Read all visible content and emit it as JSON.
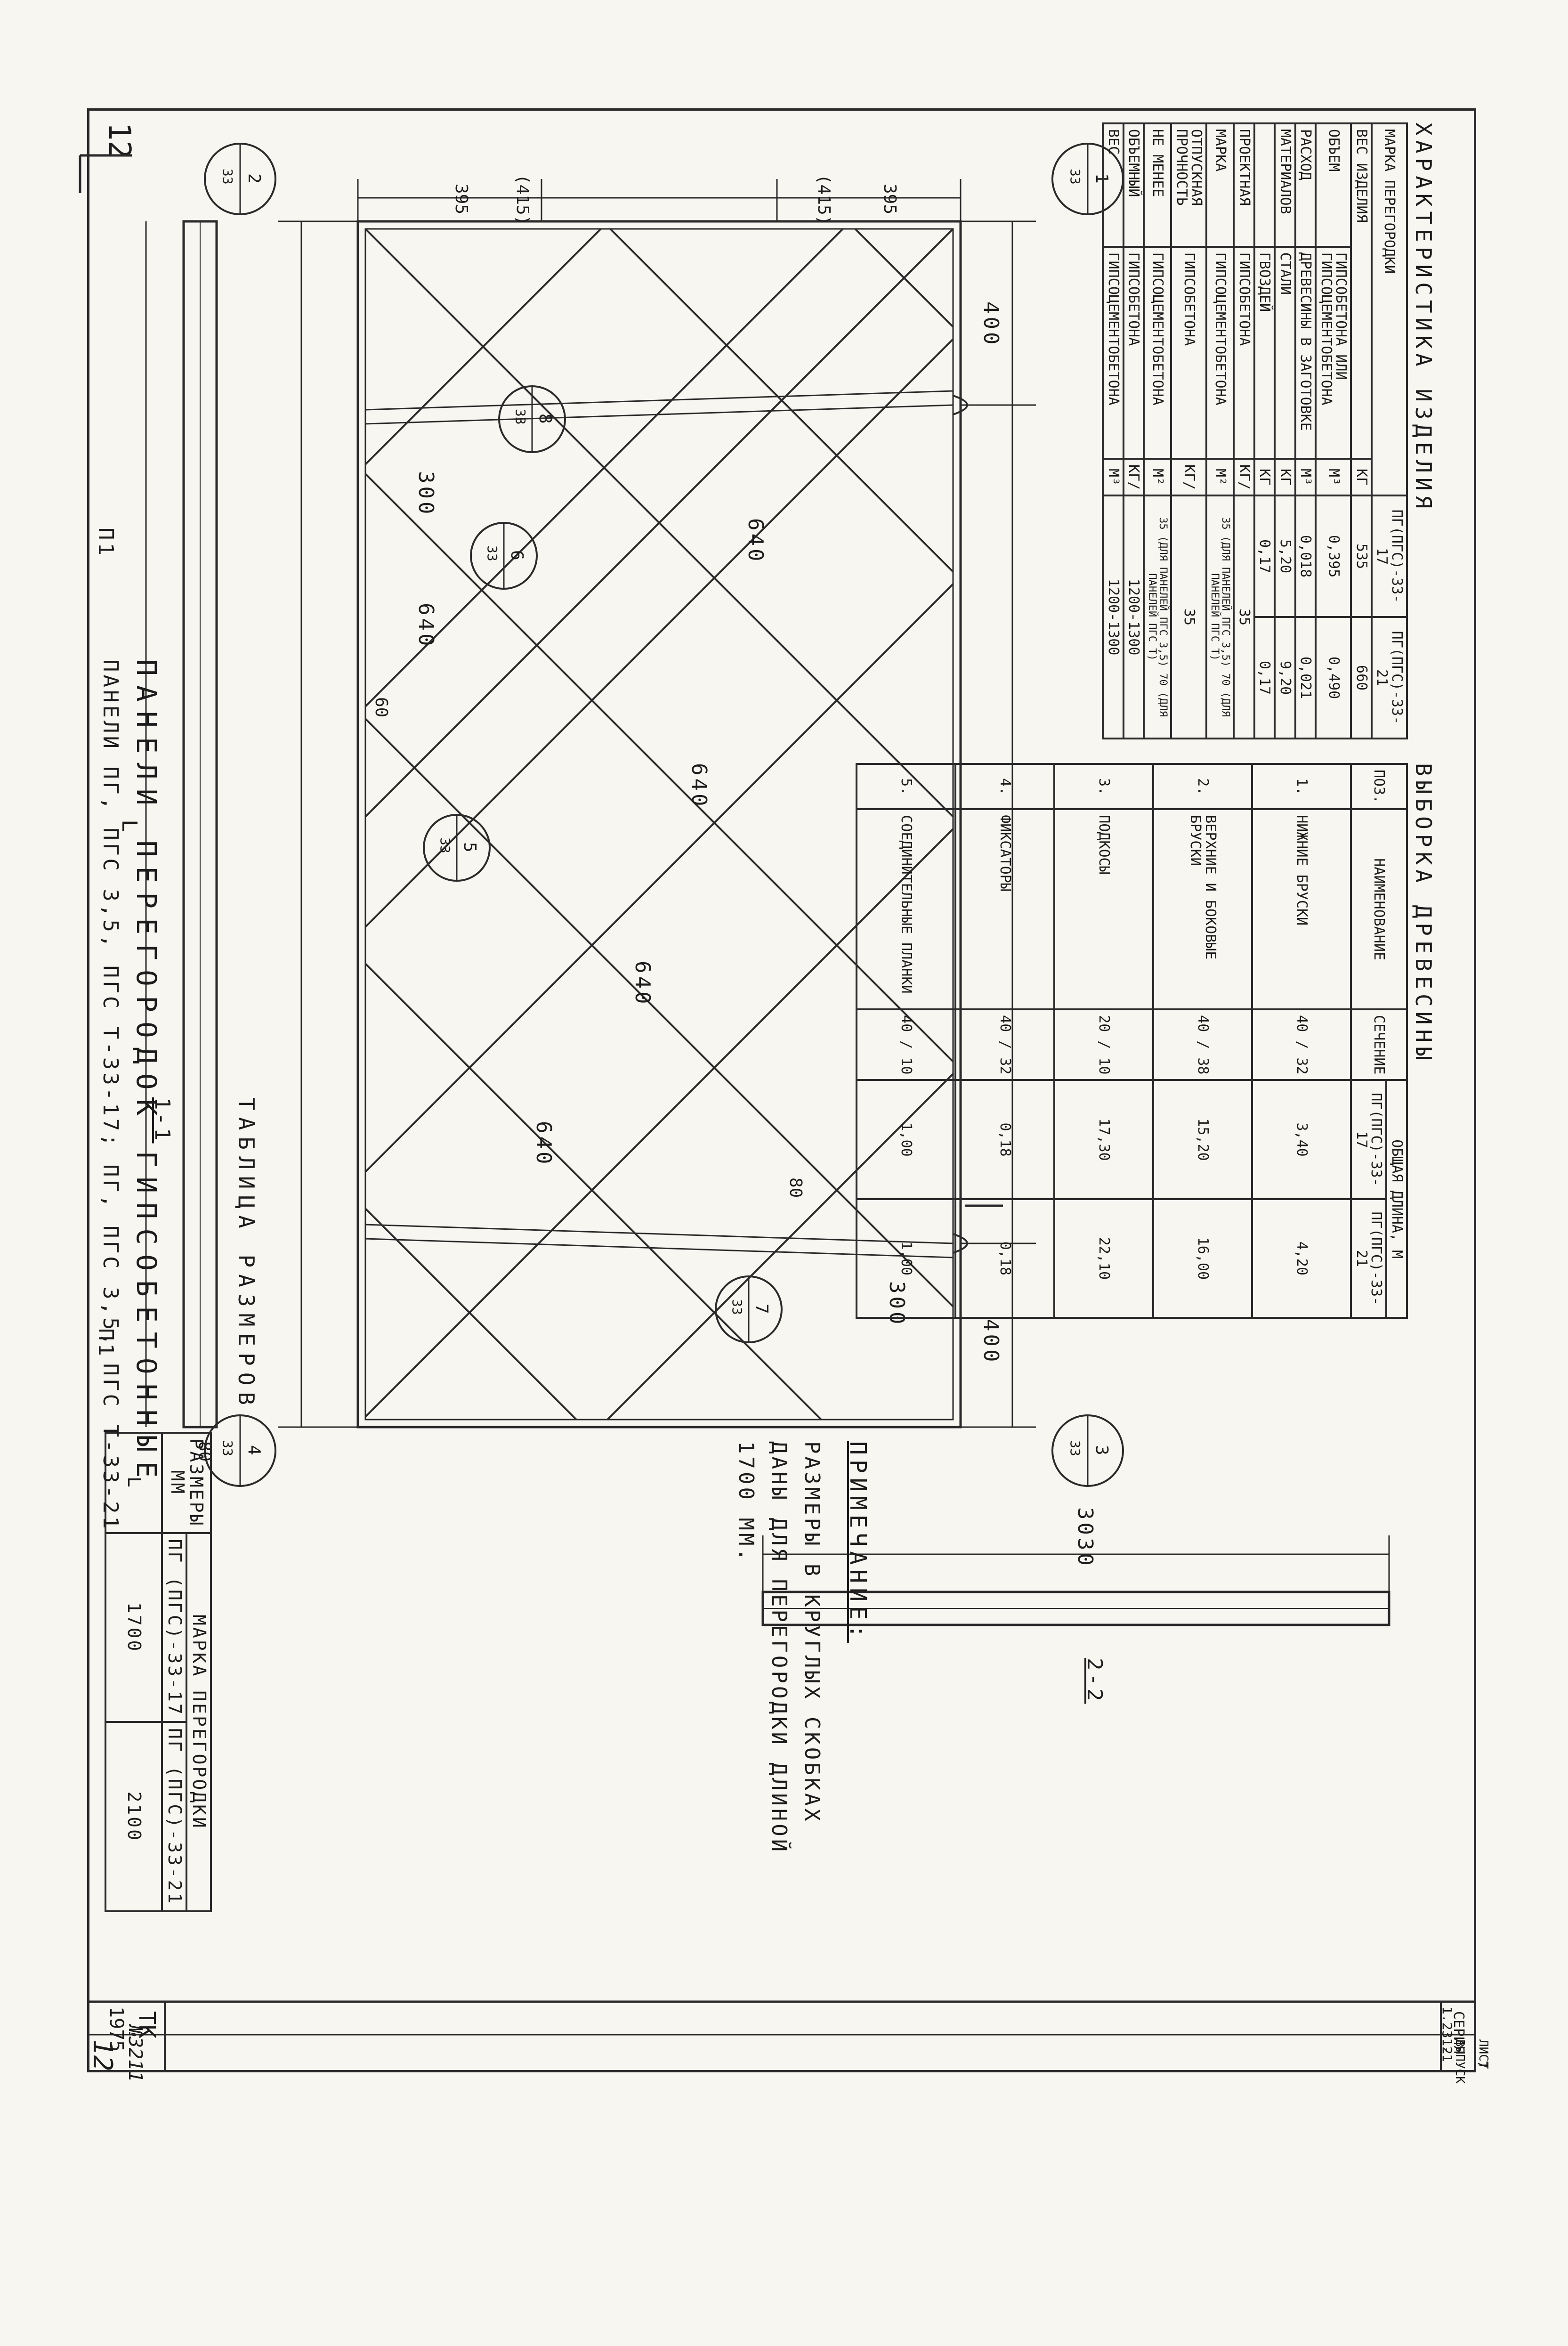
{
  "sheet": {
    "page_number": "12",
    "page_number_right": "12",
    "title_main": "ПАНЕЛИ ПЕРЕГОРОДОК ГИПСОБЕТОННЫЕ",
    "title_sub": "ПАНЕЛИ ПГ, ПГС 3,5, ПГС Т-33-17; ПГ, ПГС 3,5, ПГС Т-33-21",
    "org": "ТК",
    "year": "1975",
    "series_label": "СЕРИЯ",
    "series_value": "1.231-1",
    "issue_label": "ВЫПУСК",
    "issue_value": "2",
    "list_label": "ЛИСТ",
    "list_value": "7",
    "archive_no": "№3211"
  },
  "drawing": {
    "marks": [
      "1",
      "2",
      "3",
      "4",
      "5",
      "6",
      "7",
      "8"
    ],
    "sheet_ref": "33",
    "dims": {
      "d400": "400",
      "d395": "395",
      "d415": "(415)",
      "d640": "640",
      "d300": "300",
      "d80": "80",
      "d60": "60",
      "dL": "L",
      "d3030": "3030",
      "d80b": "80"
    },
    "section_11": "1-1",
    "section_22": "2-2",
    "p1": "П1"
  },
  "dim_table": {
    "title": "ТАБЛИЦА РАЗМЕРОВ",
    "h_size": "РАЗМЕРЫ",
    "h_unit": "ММ",
    "h_mark": "МАРКА ПЕРЕГОРОДКИ",
    "col1": "ПГ (ПГС)-33-17",
    "col2": "ПГ (ПГС)-33-21",
    "row_label": "L",
    "v1": "1700",
    "v2": "2100"
  },
  "note": {
    "title": "ПРИМЕЧАНИЕ:",
    "line1": "РАЗМЕРЫ В КРУГЛЫХ СКОБКАХ",
    "line2": "ДАНЫ ДЛЯ ПЕРЕГОРОДКИ ДЛИНОЙ",
    "line3": "1700 ММ."
  },
  "char_table": {
    "title": "ХАРАКТЕРИСТИКА ИЗДЕЛИЯ",
    "h_mark": "МАРКА ПЕРЕГОРОДКИ",
    "c1": "ПГ(ПГС)-33-17",
    "c2": "ПГ(ПГС)-33-21",
    "rows": [
      {
        "a": "ВЕС ИЗДЕЛИЯ",
        "b": "",
        "u": "КГ",
        "v1": "535",
        "v2": "660"
      },
      {
        "a": "ОБЪЕМ",
        "b": "ГИПСОБЕТОНА ИЛИ ГИПСОЦЕМЕНТОБЕТОНА",
        "u": "М³",
        "v1": "0,395",
        "v2": "0,490"
      },
      {
        "a": "РАСХОД",
        "b": "ДРЕВЕСИНЫ В ЗАГОТОВКЕ",
        "u": "М³",
        "v1": "0,018",
        "v2": "0,021"
      },
      {
        "a": "МАТЕРИАЛОВ",
        "b": "СТАЛИ",
        "u": "КГ",
        "v1": "5,20",
        "v2": "9,20"
      },
      {
        "a": "",
        "b": "ГВОЗДЕЙ",
        "u": "КГ",
        "v1": "0,17",
        "v2": "0,17"
      },
      {
        "a": "ПРОЕКТНАЯ",
        "b": "ГИПСОБЕТОНА",
        "u": "КГ/",
        "v1": "35",
        "v2": ""
      },
      {
        "a": "МАРКА",
        "b": "ГИПСОЦЕМЕНТОБЕТОНА",
        "u": "М²",
        "v1": "35 (ДЛЯ ПАНЕЛЕЙ ПГС 3,5) 70 (ДЛЯ ПАНЕЛЕЙ ПГС Т)",
        "v2": ""
      },
      {
        "a": "ОТПУСКНАЯ ПРОЧНОСТЬ",
        "b": "ГИПСОБЕТОНА",
        "u": "КГ/",
        "v1": "35",
        "v2": ""
      },
      {
        "a": "НЕ МЕНЕЕ",
        "b": "ГИПСОЦЕМЕНТОБЕТОНА",
        "u": "М²",
        "v1": "35 (ДЛЯ ПАНЕЛЕЙ ПГС 3,5) 70 (ДЛЯ ПАНЕЛЕЙ ПГС Т)",
        "v2": ""
      },
      {
        "a": "ОБЪЕМНЫЙ",
        "b": "ГИПСОБЕТОНА",
        "u": "КГ/",
        "v1": "1200-1300",
        "v2": ""
      },
      {
        "a": "ВЕС",
        "b": "ГИПСОЦЕМЕНТОБЕТОНА",
        "u": "М³",
        "v1": "1200-1300",
        "v2": ""
      }
    ]
  },
  "sel_table": {
    "title": "ВЫБОРКА ДРЕВЕСИНЫ",
    "h_pos": "ПОЗ.",
    "h_name": "НАИМЕНОВАНИЕ",
    "h_sec": "СЕЧЕНИЕ",
    "h_len": "ОБЩАЯ ДЛИНА, М",
    "c1": "ПГ(ПГС)-33-17",
    "c2": "ПГ(ПГС)-33-21",
    "rows": [
      {
        "pos": "1.",
        "name": "НИЖНИЕ БРУСКИ",
        "sec": "40 / 32",
        "v1": "3,40",
        "v2": "4,20"
      },
      {
        "pos": "2.",
        "name": "ВЕРХНИЕ И БОКОВЫЕ БРУСКИ",
        "sec": "40 / 38",
        "v1": "15,20",
        "v2": "16,00"
      },
      {
        "pos": "3.",
        "name": "ПОДКОСЫ",
        "sec": "20 / 10",
        "v1": "17,30",
        "v2": "22,10"
      },
      {
        "pos": "4.",
        "name": "ФИКСАТОРЫ",
        "sec": "40 / 32",
        "v1": "0,18",
        "v2": "0,18"
      },
      {
        "pos": "5.",
        "name": "СОЕДИНИТЕЛЬНЫЕ ПЛАНКИ",
        "sec": "40 / 10",
        "v1": "1,00",
        "v2": "1,00"
      }
    ]
  }
}
